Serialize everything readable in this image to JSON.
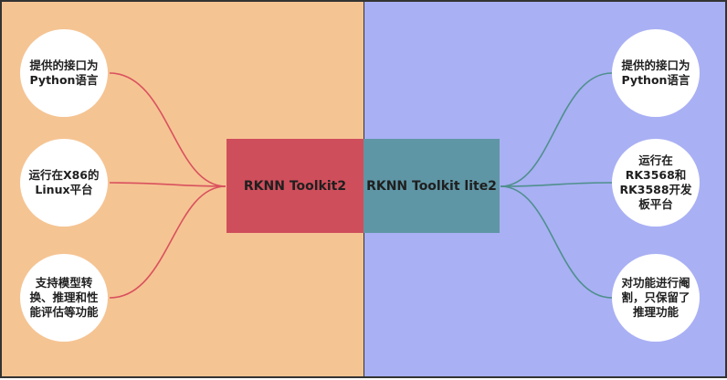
{
  "left": {
    "center_label": "RKNN Toolkit2",
    "branches": [
      "提供的接口为\nPython语言",
      "运行在X86的\nLinux平台",
      "支持模型转\n换、推理和性\n能评估等功能"
    ],
    "colors": {
      "background": "#f5c493",
      "center": "#cf4e5b",
      "connector": "#d9515e"
    }
  },
  "right": {
    "center_label": "RKNN Toolkit lite2",
    "branches": [
      "提供的接口为\nPython语言",
      "运行在\nRK3568和\nRK3588开发\n板平台",
      "对功能进行阉\n割，只保留了\n推理功能"
    ],
    "colors": {
      "background": "#a9b0f4",
      "center": "#5f96a6",
      "connector": "#4f8f8c"
    }
  }
}
